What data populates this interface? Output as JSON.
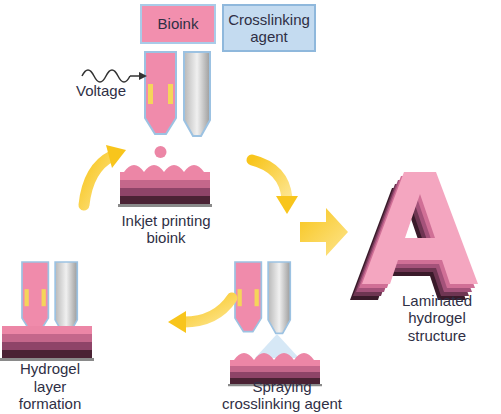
{
  "diagram": {
    "nodes": [
      {
        "text": [
          "Bioink"
        ]
      },
      {
        "text": [
          "Crosslinking agent"
        ]
      }
    ],
    "labels": [
      "Voltage",
      "Inkjet printing bioink",
      "Laminated hydrogel structure",
      "Spraying crosslinking agent",
      "Hydrogel layer formation"
    ]
  }
}
